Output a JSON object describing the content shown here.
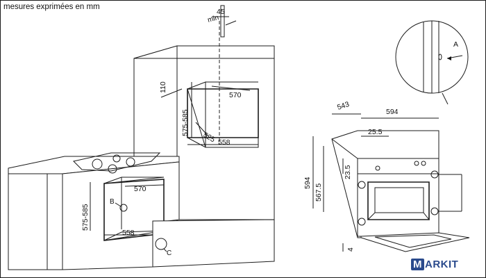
{
  "caption": "mesures exprimées en mm",
  "brand": {
    "first_letter": "M",
    "rest": "ARKIT"
  },
  "dimensions": {
    "top_gap": "45",
    "top_gap_min": "min",
    "side_gap": "110",
    "column_width": "570",
    "column_height": "575-585",
    "column_depth": "525",
    "column_opening": "558",
    "base_width": "570",
    "base_height": "575-585",
    "base_opening": "558",
    "oven_depth": "543",
    "oven_width": "594",
    "panel": "25.5",
    "oven_height": "594",
    "body_height": "567.5",
    "front_offset": "23.5",
    "bottom_gap": "4"
  },
  "labels": {
    "a": "A",
    "b": "B",
    "c": "C"
  }
}
